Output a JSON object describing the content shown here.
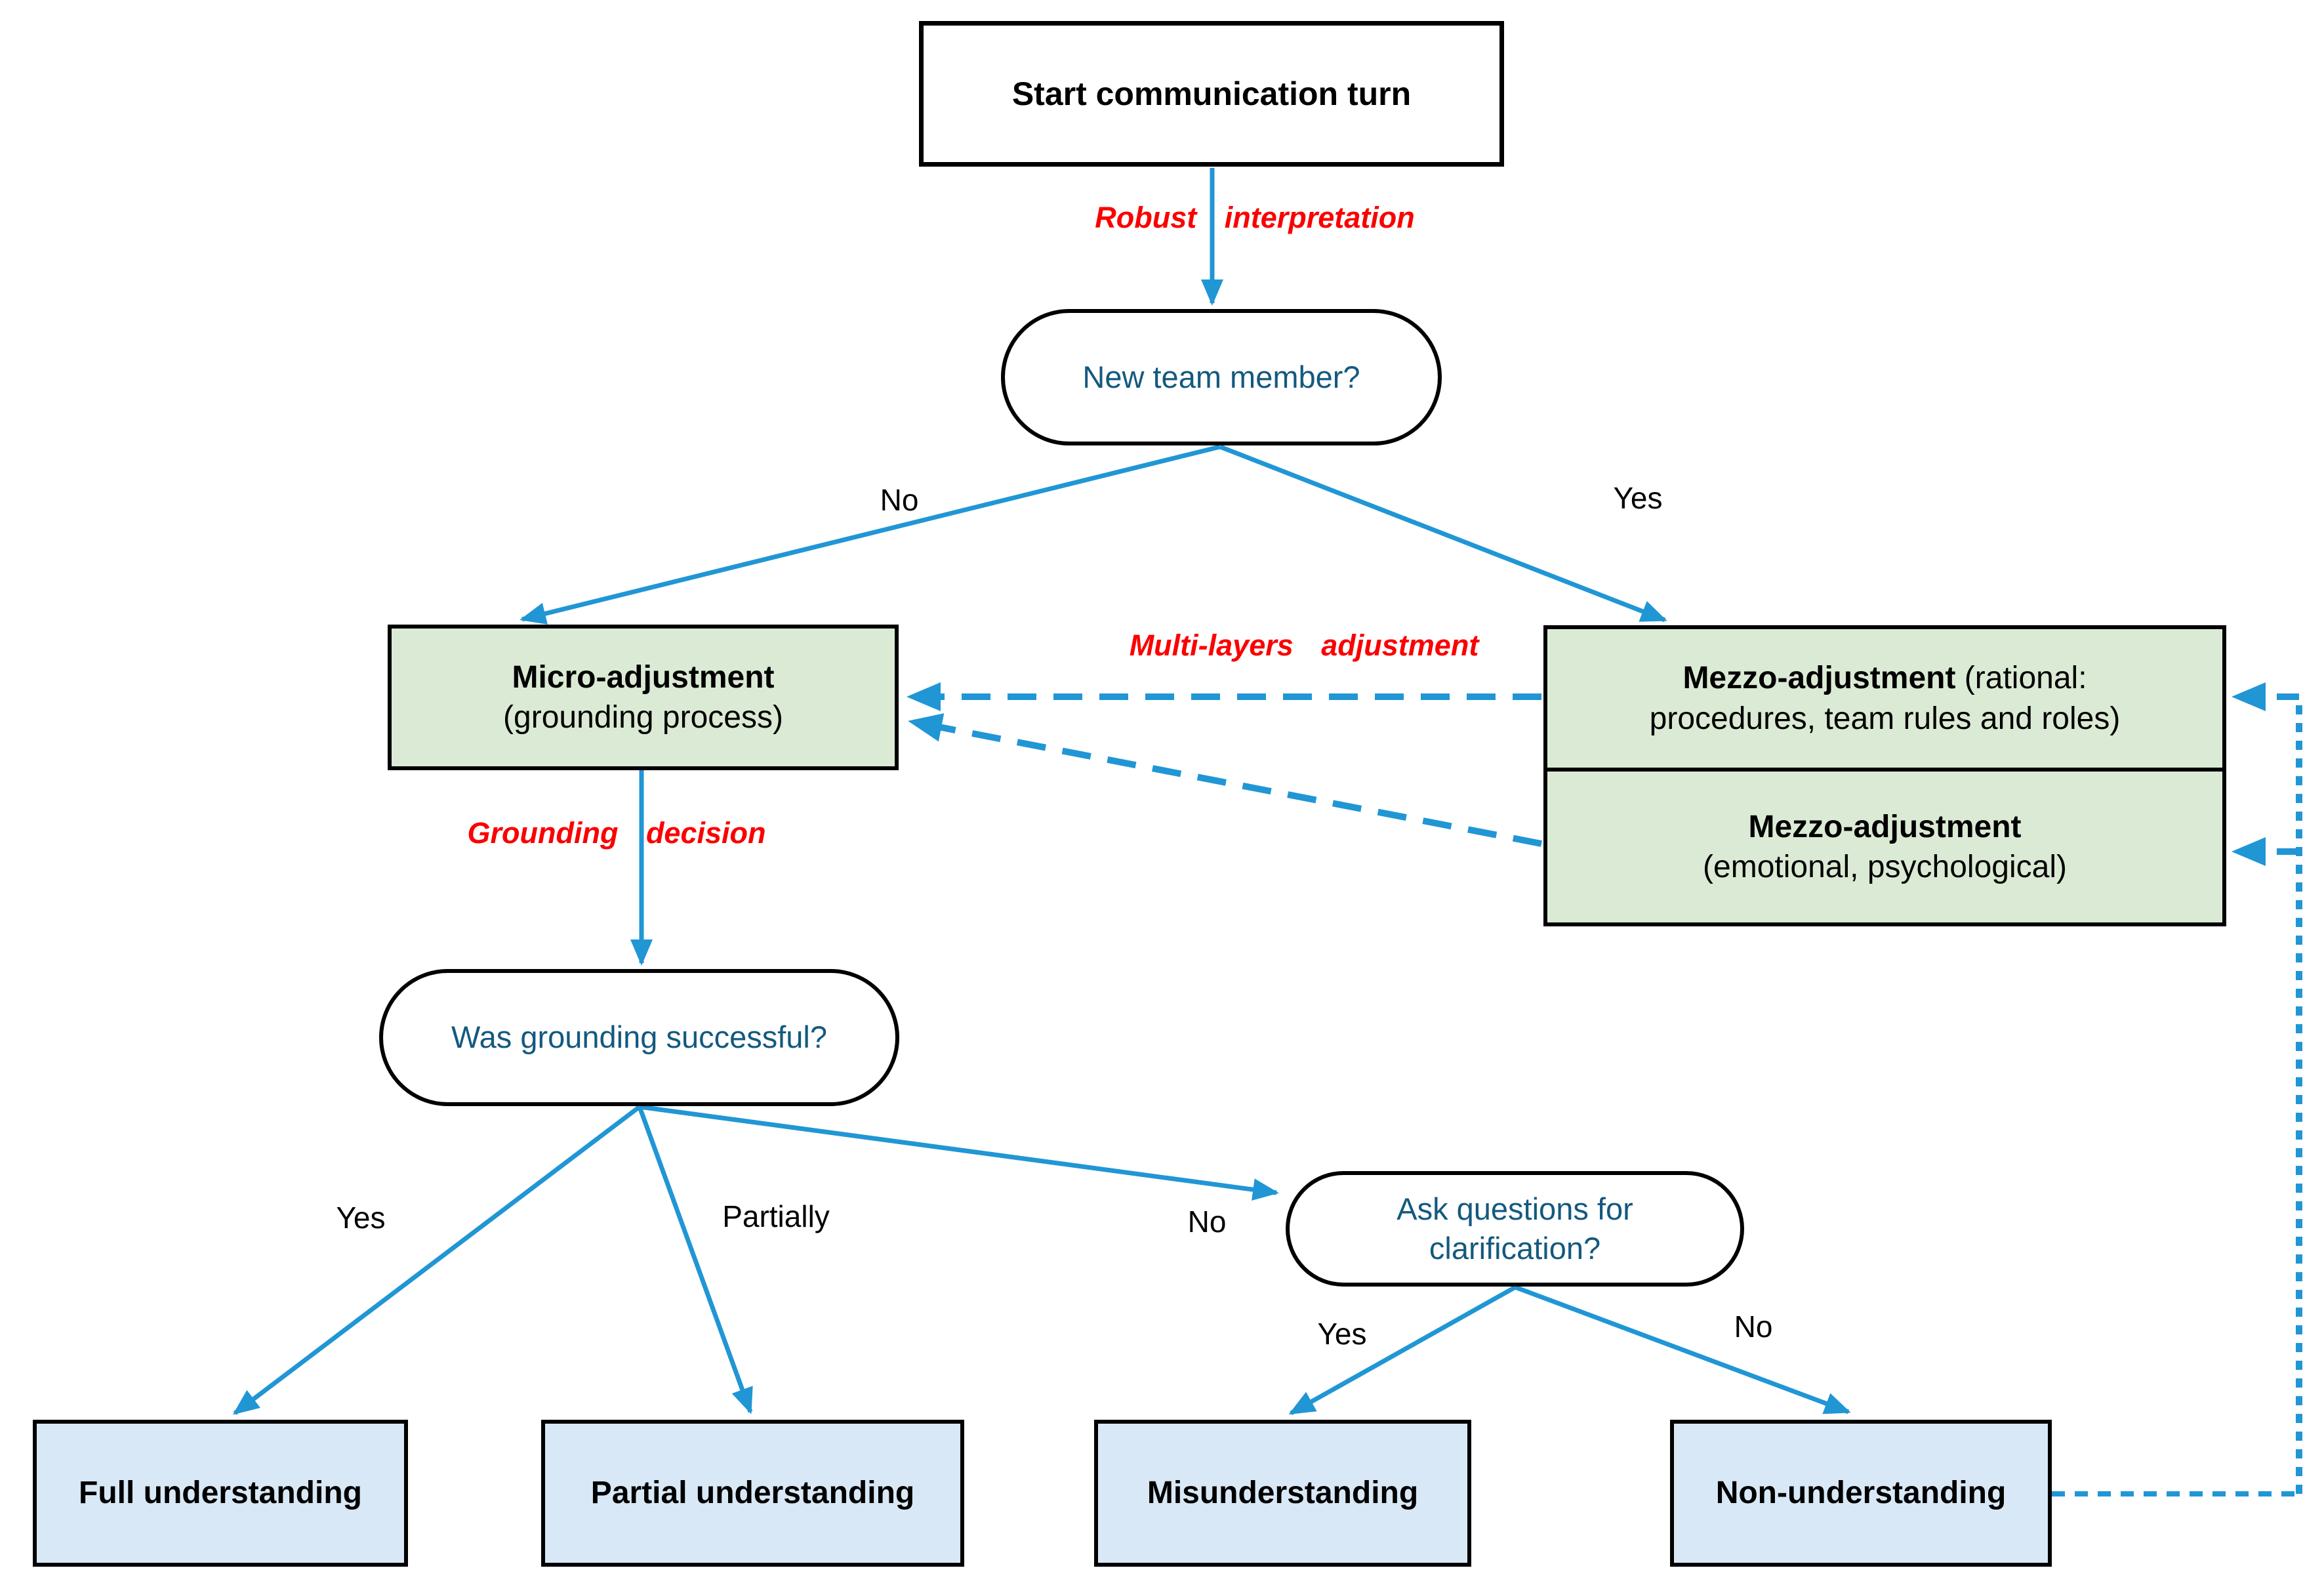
{
  "nodes": {
    "start": {
      "label": "Start communication turn"
    },
    "new_team_member": {
      "label": "New team member?"
    },
    "micro_adjustment": {
      "title": "Micro-adjustment",
      "subtitle": "(grounding process)"
    },
    "mezzo_rational": {
      "title": "Mezzo-adjustment",
      "title_suffix": " (rational:",
      "line2": "procedures, team rules and roles)"
    },
    "mezzo_emotional": {
      "title": "Mezzo-adjustment",
      "line2": "(emotional, psychological)"
    },
    "was_grounding_successful": {
      "label": "Was grounding successful?"
    },
    "ask_questions": {
      "line1": "Ask questions for",
      "line2": "clarification?"
    },
    "full_understanding": {
      "label": "Full understanding"
    },
    "partial_understanding": {
      "label": "Partial understanding"
    },
    "misunderstanding": {
      "label": "Misunderstanding"
    },
    "non_understanding": {
      "label": "Non-understanding"
    }
  },
  "edge_labels": {
    "robust_interpretation": "Robust interpretation",
    "multi_layers_adjustment": "Multi-layers adjustment",
    "grounding_decision": "Grounding decision",
    "new_member_no": "No",
    "new_member_yes": "Yes",
    "grounding_yes": "Yes",
    "grounding_partially": "Partially",
    "grounding_no": "No",
    "clarification_yes": "Yes",
    "clarification_no": "No"
  },
  "colors": {
    "arrow_blue": "#2196d5",
    "annotation_red": "#fb0000",
    "process_green_fill": "#dbead4",
    "outcome_blue_fill": "#d8e8f6",
    "decision_text_blue": "#14597f",
    "border_black": "#000000"
  }
}
